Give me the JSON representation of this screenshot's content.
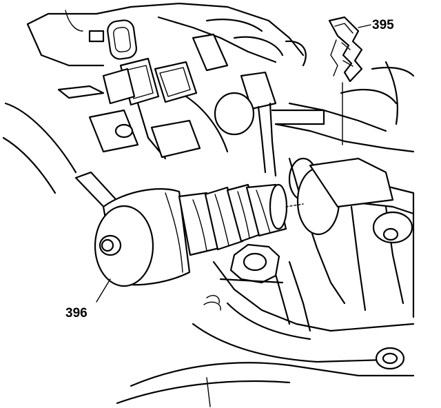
{
  "callouts": [
    {
      "id": "clip",
      "label": "395"
    },
    {
      "id": "solenoid",
      "label": "396"
    }
  ],
  "colors": {
    "line": "#000000",
    "background": "#ffffff"
  }
}
